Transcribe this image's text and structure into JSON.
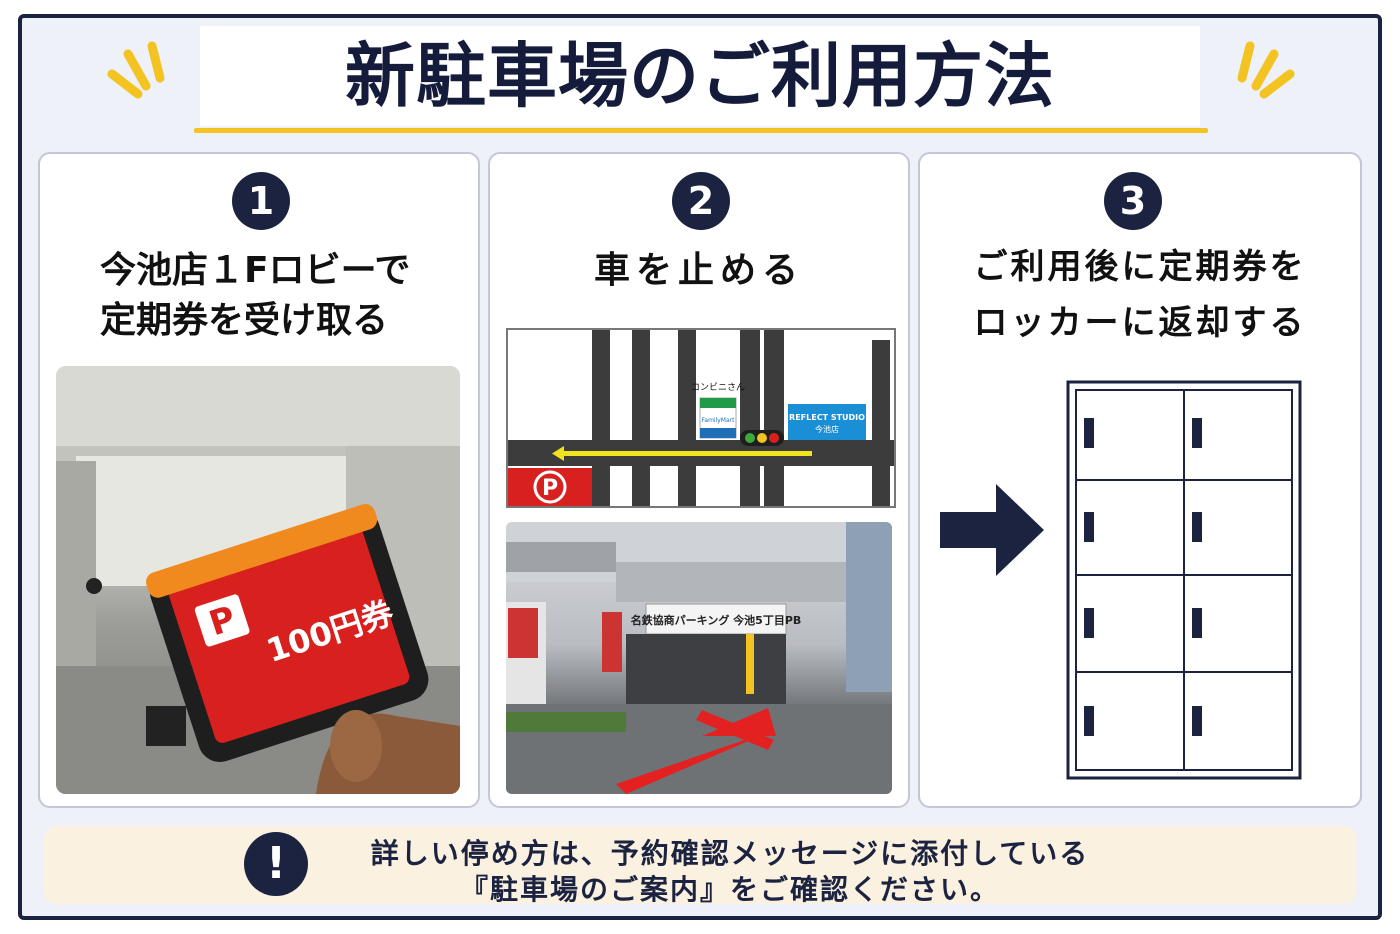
{
  "title": "新駐車場のご利用方法",
  "steps": [
    {
      "number": "1",
      "text_lines": [
        "今池店１Fロビーで",
        "定期券を受け取る"
      ],
      "photo": {
        "icon": "parking-ticket-photo",
        "ticket_p": "P",
        "ticket_text": "100円券"
      }
    },
    {
      "number": "2",
      "text_lines": [
        "車を止める"
      ],
      "map": {
        "convenience_label": "コンビニさん",
        "convenience_brand": "FamilyMart",
        "studio_name": "REFLECT STUDIO",
        "studio_branch": "今池店",
        "parking_mark": "P"
      },
      "photo": {
        "sign_text": "名鉄協商パーキング 今池5丁目PB"
      }
    },
    {
      "number": "3",
      "text_lines": [
        "ご利用後に定期券を",
        "ロッカーに返却する"
      ]
    }
  ],
  "notice": {
    "icon": "!",
    "lines": [
      "詳しい停め方は、予約確認メッセージに添付している",
      "『駐車場のご案内』をご確認ください。"
    ]
  },
  "colors": {
    "navy": "#1b2340",
    "accent_yellow": "#f2c321",
    "parking_red": "#d8201f",
    "notice_bg": "#fbf1e0"
  }
}
